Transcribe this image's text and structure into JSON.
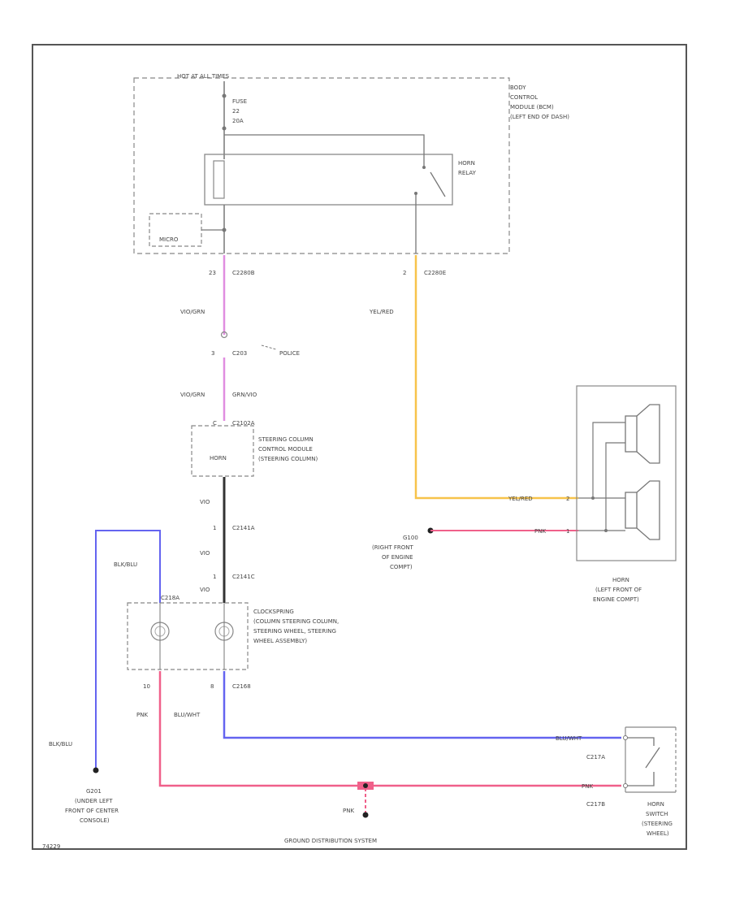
{
  "diagram": {
    "bcm_box": {
      "hot_label": "HOT AT ALL TIMES",
      "name_lines": [
        "BODY",
        "CONTROL",
        "MODULE (BCM)",
        "(LEFT END OF DASH)"
      ],
      "fuse_lines": [
        "FUSE",
        "22",
        "20A"
      ],
      "relay_lines": [
        "HORN",
        "RELAY"
      ],
      "micro_label": "MICRO"
    },
    "bcm_pins": {
      "left_pin": "23",
      "left_connector": "C2280B",
      "right_pin": "2",
      "right_connector": "C2280E"
    },
    "wires": {
      "w1": "VIO/GRN",
      "c203_pin": "3",
      "c203": "C203",
      "police": "POLICE",
      "w2": "VIO/GRN",
      "w2_alt": "GRN/VIO",
      "yel_red_1": "YEL/RED",
      "yel_red_2": "YEL/RED",
      "horn_pin_1": "2",
      "pnk_g100": "PNK",
      "horn_pin_2": "1",
      "vio_1": "VIO",
      "c2141a_pin": "1",
      "c2141a": "C2141A",
      "vio_2": "VIO",
      "c2141c_pin": "1",
      "c2141c": "C2141C",
      "vio_3": "VIO",
      "blk_blu_1": "BLK/BLU",
      "clock_pin_left": "10",
      "c2168": "C2168",
      "clock_pin_right": "8",
      "pnk_left": "PNK",
      "blu_wht": "BLU/WHT",
      "blu_wht_2": "BLU/WHT",
      "pnk_right": "PNK",
      "blk_blu_2": "BLK/BLU",
      "pnk_ground": "PNK"
    },
    "sccm": {
      "pin": "C",
      "connector": "C2102A",
      "horn_label": "HORN",
      "name_lines": [
        "STEERING COLUMN",
        "CONTROL MODULE",
        "(STEERING COLUMN)"
      ]
    },
    "clockspring": {
      "connector_top": "C218A",
      "name_lines": [
        "CLOCKSPRING",
        "(COLUMN STEERING COLUMN,",
        "STEERING WHEEL, STEERING",
        "WHEEL ASSEMBLY)"
      ]
    },
    "g100": {
      "label": "G100",
      "desc_lines": [
        "(RIGHT FRONT",
        "OF ENGINE",
        "COMPT)"
      ]
    },
    "horn": {
      "name_lines": [
        "HORN",
        "(LEFT FRONT OF",
        "ENGINE COMPT)"
      ]
    },
    "horn_switch": {
      "conn_top": "C217A",
      "conn_bot": "C217B",
      "name_lines": [
        "HORN",
        "SWITCH",
        "(STEERING",
        "WHEEL)"
      ]
    },
    "g201": {
      "label": "G201",
      "desc_lines": [
        "(UNDER LEFT",
        "FRONT OF CENTER",
        "CONSOLE)"
      ]
    },
    "footer": {
      "ground_system": "GROUND DISTRIBUTION SYSTEM",
      "diagram_id": "74229"
    }
  },
  "colors": {
    "frame": "#555555",
    "wire_gray": "#777777",
    "wire_pink_violet": "#e08ee0",
    "wire_yellow": "#f7c34a",
    "wire_pink": "#f0608a",
    "wire_blue": "#6464f0",
    "wire_dark": "#333333"
  }
}
